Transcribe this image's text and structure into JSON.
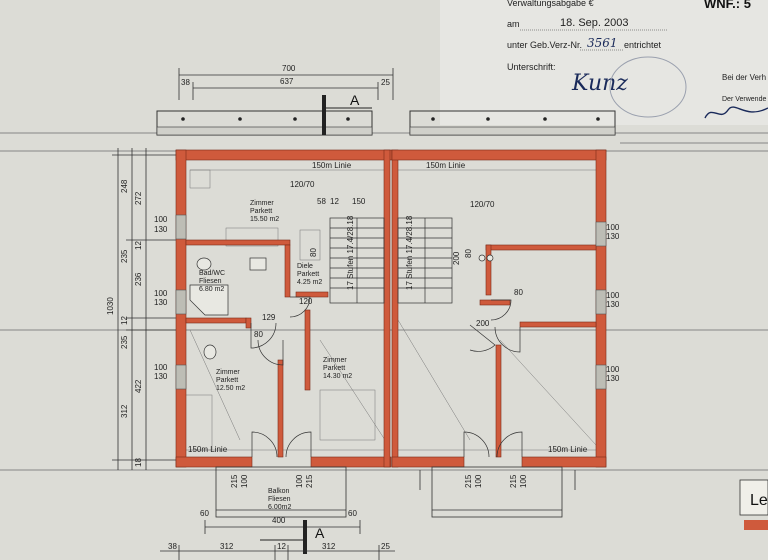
{
  "stamp": {
    "header": "Verwaltungsabgabe €",
    "header_right": "WNF.: 5",
    "date_label": "am",
    "date_value": "18. Sep. 2003",
    "ref_label": "unter Geb.Verz-Nr.",
    "ref_value": "3561",
    "ref_suffix": "entrichtet",
    "signature_label": "Unterschrift:",
    "signature": "Kunz",
    "note_right_1": "Bei der Verh",
    "note_right_2": "Der Verwende"
  },
  "section_markers": {
    "top": "A",
    "bottom": "A"
  },
  "rooms": {
    "zimmer_top": {
      "name": "Zimmer",
      "floor": "Parkett",
      "area": "15.50 m2"
    },
    "bad": {
      "name": "Bad/WC",
      "floor": "Fliesen",
      "area": "6.80 m2"
    },
    "diele": {
      "name": "Diele",
      "floor": "Parkett",
      "area": "4.25 m2"
    },
    "zimmer_left": {
      "name": "Zimmer",
      "floor": "Parkett",
      "area": "12.50 m2"
    },
    "zimmer_mid": {
      "name": "Zimmer",
      "floor": "Parkett",
      "area": "14.30 m2"
    },
    "balkon": {
      "name": "Balkon",
      "floor": "Fliesen",
      "area": "6.00m2"
    }
  },
  "labels": {
    "linie_top_l": "150m Linie",
    "linie_top_r": "150m Linie",
    "linie_bot_l": "150m Linie",
    "linie_bot_r": "150m Linie",
    "stair_l": "17 Stufen 17.4/28.18",
    "stair_r": "17 Stufen 17.4/28.18",
    "lvw": "120/70"
  },
  "dims": {
    "top_700": "700",
    "top_637": "637",
    "top_38": "38",
    "top_25": "25",
    "left_1030": "1030",
    "left_248": "248",
    "left_272": "272",
    "left_235a": "235",
    "left_236": "236",
    "left_12a": "12",
    "left_12b": "12",
    "left_235b": "235",
    "left_422": "422",
    "left_312": "312",
    "left_18": "18",
    "win_100": "100",
    "win_130": "130",
    "door_80": "80",
    "door_200": "200",
    "door_215": "215",
    "door_100": "100",
    "d58": "58",
    "d12": "12",
    "d150": "150",
    "d129": "129",
    "d80b": "80",
    "d120": "120",
    "bot_400": "400",
    "bot_60a": "60",
    "bot_60b": "60",
    "bot_312a": "312",
    "bot_312b": "312",
    "bot_38": "38",
    "bot_12": "12",
    "bot_25": "25",
    "corner_le": "Le"
  },
  "colors": {
    "wall": "#cf5a3c",
    "paper": "#dcdcd6",
    "ink": "#222222",
    "stamp_ink": "#1a2a5a"
  }
}
